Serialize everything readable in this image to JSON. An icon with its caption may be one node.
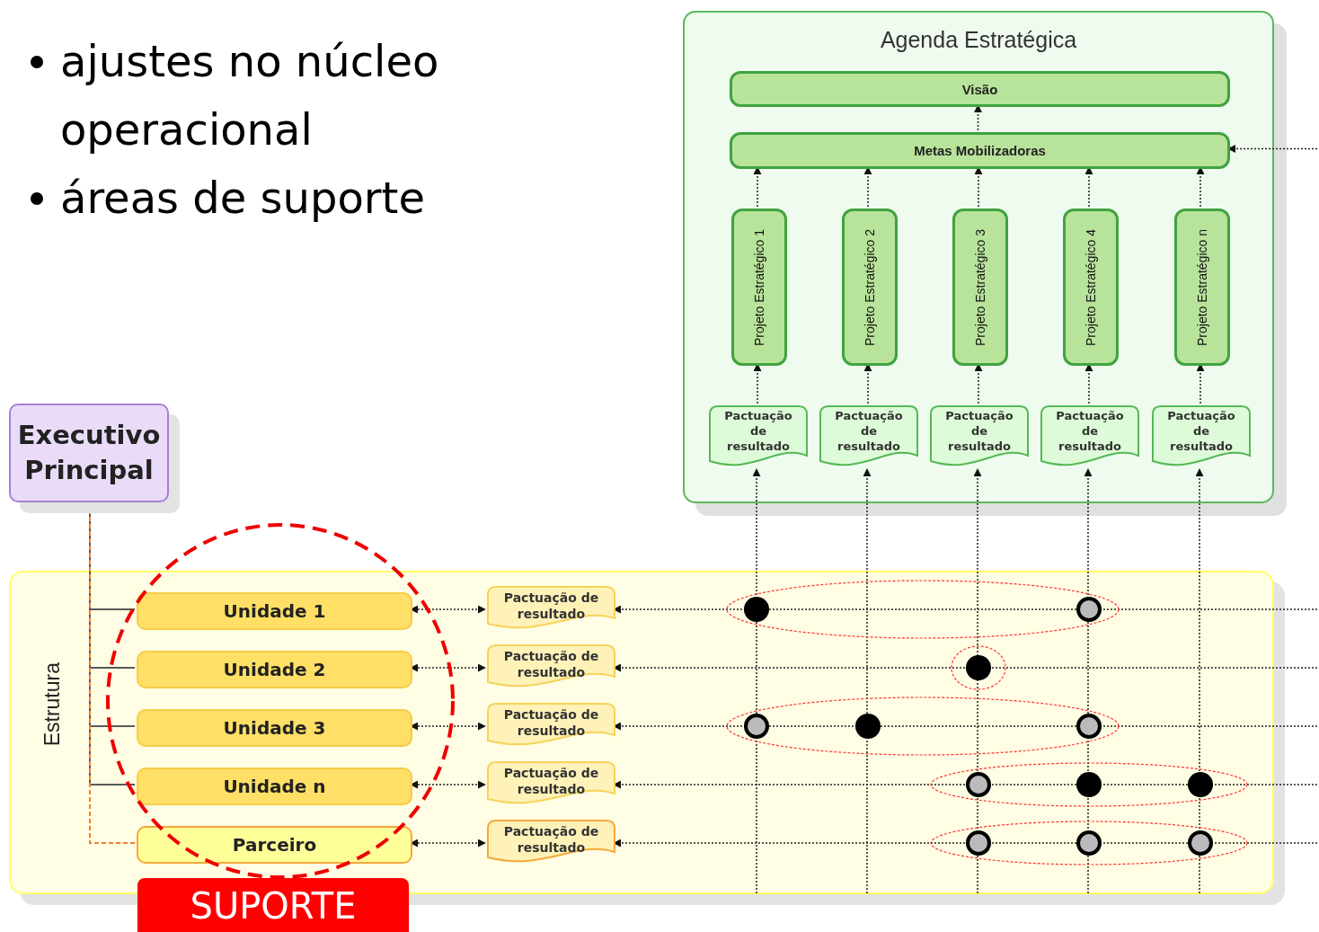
{
  "diagram": {
    "nodes": [
      {
        "text": [
          "Agenda Estratégica"
        ]
      },
      {
        "text": [
          "Visão"
        ],
        "in": 0
      },
      {
        "text": [
          "Metas Mobilizadoras"
        ],
        "in": 0
      },
      {
        "text": [
          "Projeto Estratégico 1"
        ],
        "in": 0
      },
      {
        "text": [
          "Projeto Estratégico 2"
        ],
        "in": 0
      },
      {
        "text": [
          "Projeto Estratégico 3"
        ],
        "in": 0
      },
      {
        "text": [
          "Projeto Estratégico 4"
        ],
        "in": 0
      },
      {
        "text": [
          "Projeto Estratégico n"
        ],
        "in": 0
      },
      {
        "text": [
          "Pactuação de resultado"
        ],
        "in": 0
      },
      {
        "text": [
          "Pactuação de resultado"
        ],
        "in": 0
      },
      {
        "text": [
          "Pactuação de resultado"
        ],
        "in": 0
      },
      {
        "text": [
          "Pactuação de resultado"
        ],
        "in": 0
      },
      {
        "text": [
          "Pactuação de resultado"
        ],
        "in": 0
      },
      {
        "text": [
          "Executivo Principal"
        ]
      },
      {
        "text": [
          "Estrutura"
        ]
      },
      {
        "text": [
          "Unidade 1"
        ],
        "in": 14
      },
      {
        "text": [
          "Unidade 2"
        ],
        "in": 14
      },
      {
        "text": [
          "Unidade 3"
        ],
        "in": 14
      },
      {
        "text": [
          "Unidade n"
        ],
        "in": 14
      },
      {
        "text": [
          "Parceiro"
        ],
        "in": 14
      },
      {
        "text": [
          "Pactuação de resultado"
        ],
        "in": 14
      },
      {
        "text": [
          "Pactuação de resultado"
        ],
        "in": 14
      },
      {
        "text": [
          "Pactuação de resultado"
        ],
        "in": 14
      },
      {
        "text": [
          "Pactuação de resultado"
        ],
        "in": 14
      },
      {
        "text": [
          "Pactuação de resultado"
        ],
        "in": 14
      },
      {
        "text": [
          "SUPORTE"
        ]
      }
    ],
    "edges": [
      {
        "from": 2,
        "to": 1,
        "arrow": "to",
        "style": "dashed"
      },
      {
        "from": 3,
        "to": 2,
        "arrow": "to",
        "style": "dashed"
      },
      {
        "from": 4,
        "to": 2,
        "arrow": "to",
        "style": "dashed"
      },
      {
        "from": 5,
        "to": 2,
        "arrow": "to",
        "style": "dashed"
      },
      {
        "from": 6,
        "to": 2,
        "arrow": "to",
        "style": "dashed"
      },
      {
        "from": 7,
        "to": 2,
        "arrow": "to",
        "style": "dashed"
      },
      {
        "from": 8,
        "to": 3,
        "arrow": "to",
        "style": "dashed"
      },
      {
        "from": 9,
        "to": 4,
        "arrow": "to",
        "style": "dashed"
      },
      {
        "from": 10,
        "to": 5,
        "arrow": "to",
        "style": "dashed"
      },
      {
        "from": 11,
        "to": 6,
        "arrow": "to",
        "style": "dashed"
      },
      {
        "from": 12,
        "to": 7,
        "arrow": "to",
        "style": "dashed"
      },
      {
        "from": 14,
        "to": 8,
        "arrow": "to",
        "style": "dashed"
      },
      {
        "from": 14,
        "to": 9,
        "arrow": "to",
        "style": "dashed"
      },
      {
        "from": 14,
        "to": 10,
        "arrow": "to",
        "style": "dashed"
      },
      {
        "from": 14,
        "to": 11,
        "arrow": "to",
        "style": "dashed"
      },
      {
        "from": 14,
        "to": 12,
        "arrow": "to",
        "style": "dashed"
      },
      {
        "from": null,
        "to": 2,
        "arrow": "to",
        "style": "dashed"
      },
      {
        "from": null,
        "to": 20,
        "arrow": "to",
        "style": "dashed"
      },
      {
        "from": null,
        "to": 21,
        "arrow": "to",
        "style": "dashed"
      },
      {
        "from": null,
        "to": 22,
        "arrow": "to",
        "style": "dashed"
      },
      {
        "from": null,
        "to": 23,
        "arrow": "to",
        "style": "dashed"
      },
      {
        "from": null,
        "to": 24,
        "arrow": "to",
        "style": "dashed"
      },
      {
        "from": 15,
        "to": 20,
        "arrow": "both",
        "style": "dashed"
      },
      {
        "from": 16,
        "to": 21,
        "arrow": "both",
        "style": "dashed"
      },
      {
        "from": 17,
        "to": 22,
        "arrow": "both",
        "style": "dashed"
      },
      {
        "from": 18,
        "to": 23,
        "arrow": "both",
        "style": "dashed"
      },
      {
        "from": 19,
        "to": 24,
        "arrow": "both",
        "style": "dashed"
      },
      {
        "from": 13,
        "to": 15,
        "arrow": "none",
        "color": "#595959"
      },
      {
        "from": 13,
        "to": 16,
        "arrow": "none",
        "color": "#595959"
      },
      {
        "from": 13,
        "to": 17,
        "arrow": "none",
        "color": "#595959"
      },
      {
        "from": 13,
        "to": 18,
        "arrow": "none",
        "color": "#595959"
      },
      {
        "from": 13,
        "to": 19,
        "arrow": "none",
        "style": "dashed",
        "color": "#f08030"
      }
    ],
    "labels": [
      "ajustes no núcleo operacional",
      "áreas de suporte"
    ]
  }
}
